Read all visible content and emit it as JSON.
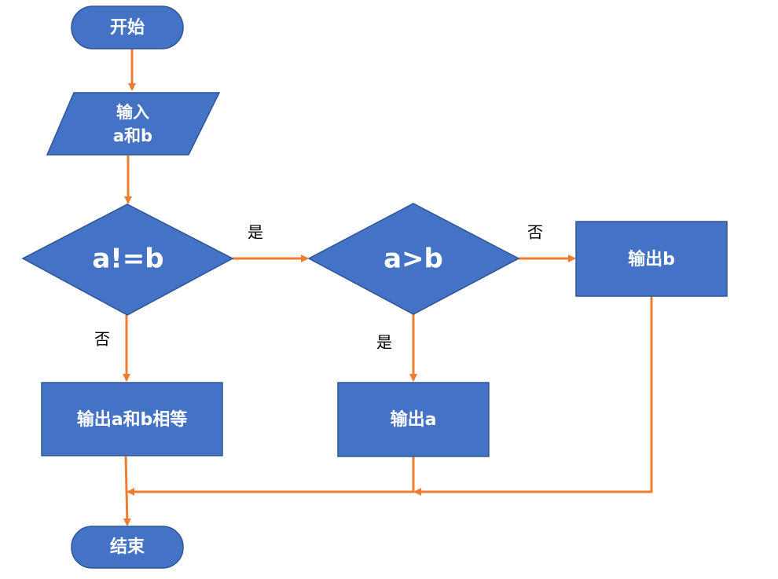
{
  "colors": {
    "node_fill": "#4472C4",
    "node_stroke": "#2F5597",
    "edge": "#ED7D31",
    "text": "#FFFFFF",
    "label": "#000000"
  },
  "nodes": {
    "start": {
      "label": "开始"
    },
    "input": {
      "line1": "输入",
      "line2": "a和b"
    },
    "cond_neq": {
      "label": "a!=b"
    },
    "cond_gt": {
      "label": "a>b"
    },
    "out_b": {
      "label": "输出b"
    },
    "out_equal": {
      "label": "输出a和b相等"
    },
    "out_a": {
      "label": "输出a"
    },
    "end": {
      "label": "结束"
    }
  },
  "edge_labels": {
    "neq_yes": "是",
    "neq_no": "否",
    "gt_no": "否",
    "gt_yes": "是"
  }
}
